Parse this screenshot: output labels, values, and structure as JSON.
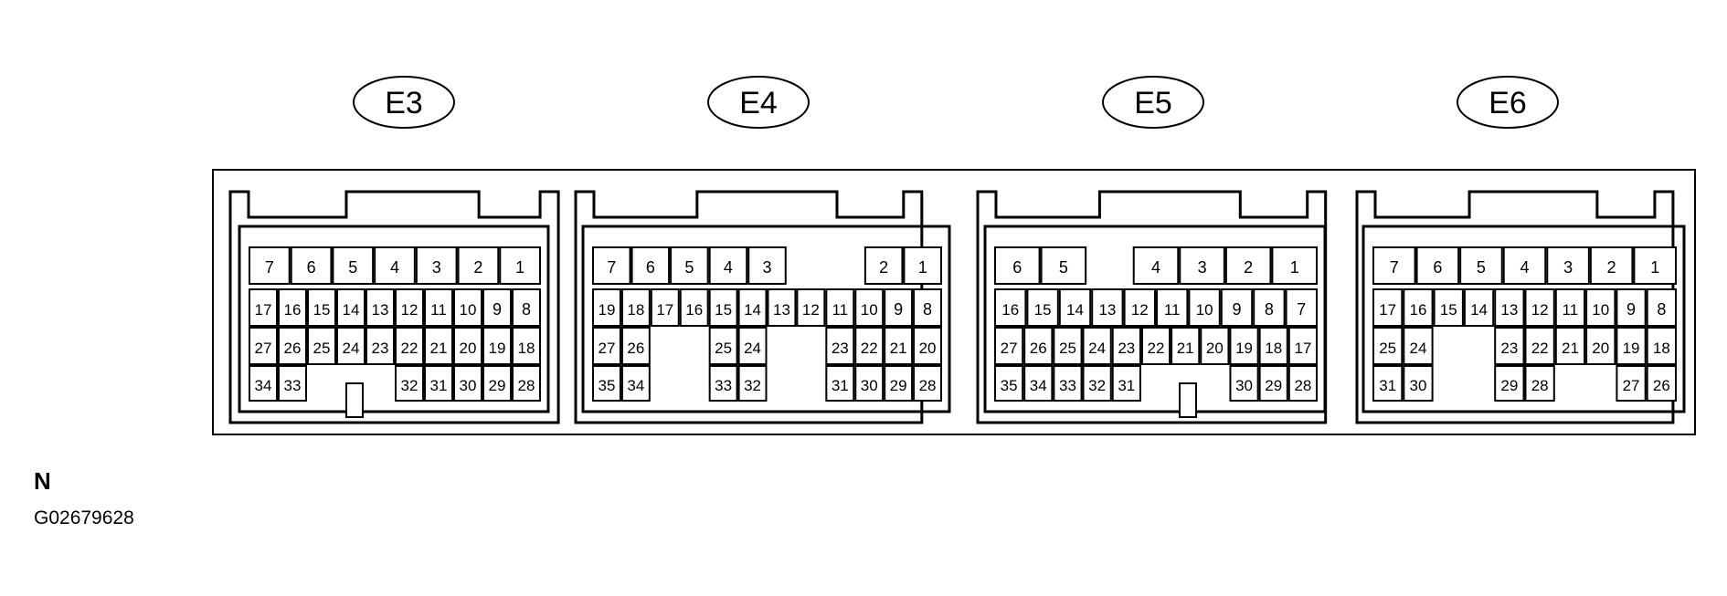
{
  "connectors": [
    {
      "id": "E3",
      "rows": [
        [
          "7",
          "6",
          "5",
          "4",
          "3",
          "2",
          "1"
        ],
        [
          "17",
          "16",
          "15",
          "14",
          "13",
          "12",
          "11",
          "10",
          "9",
          "8"
        ],
        [
          "27",
          "26",
          "25",
          "24",
          "23",
          "22",
          "21",
          "20",
          "19",
          "18"
        ],
        [
          "34",
          "33",
          "",
          "",
          "",
          "32",
          "31",
          "30",
          "29",
          "28"
        ]
      ]
    },
    {
      "id": "E4",
      "rows": [
        [
          "7",
          "6",
          "5",
          "4",
          "3",
          "",
          "",
          "2",
          "1"
        ],
        [
          "19",
          "18",
          "17",
          "16",
          "15",
          "14",
          "13",
          "12",
          "11",
          "10",
          "9",
          "8"
        ],
        [
          "27",
          "26",
          "",
          "",
          "25",
          "24",
          "",
          "",
          "23",
          "22",
          "21",
          "20"
        ],
        [
          "35",
          "34",
          "",
          "",
          "33",
          "32",
          "",
          "",
          "31",
          "30",
          "29",
          "28"
        ]
      ]
    },
    {
      "id": "E5",
      "rows": [
        [
          "6",
          "5",
          "",
          "4",
          "3",
          "2",
          "1"
        ],
        [
          "16",
          "15",
          "14",
          "13",
          "12",
          "11",
          "10",
          "9",
          "8",
          "7"
        ],
        [
          "27",
          "26",
          "25",
          "24",
          "23",
          "22",
          "21",
          "20",
          "19",
          "18",
          "17"
        ],
        [
          "35",
          "34",
          "33",
          "32",
          "31",
          "",
          "",
          "",
          "30",
          "29",
          "28"
        ]
      ]
    },
    {
      "id": "E6",
      "rows": [
        [
          "7",
          "6",
          "5",
          "4",
          "3",
          "2",
          "1"
        ],
        [
          "17",
          "16",
          "15",
          "14",
          "13",
          "12",
          "11",
          "10",
          "9",
          "8"
        ],
        [
          "25",
          "24",
          "",
          "",
          "23",
          "22",
          "21",
          "20",
          "19",
          "18"
        ],
        [
          "31",
          "30",
          "",
          "",
          "29",
          "28",
          "",
          "",
          "27",
          "26"
        ]
      ]
    }
  ],
  "footer": {
    "letter": "N",
    "code": "G02679628"
  }
}
